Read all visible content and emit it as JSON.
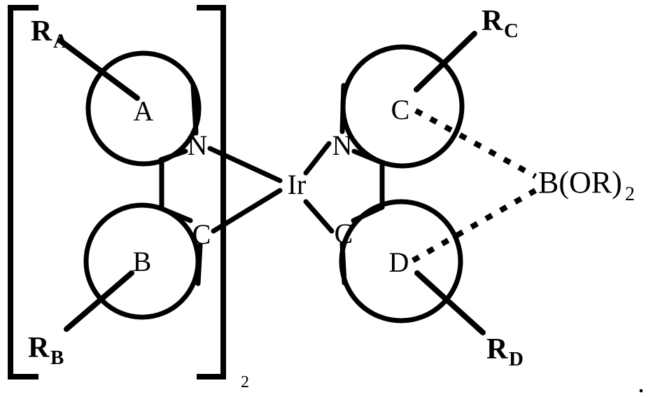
{
  "figure": {
    "kind": "chemical-structure-diagram",
    "description": "Iridium bis-cyclometalated complex with a diboronate-bridged ancillary ligand",
    "ink_color": "#000000",
    "background_color": "#ffffff"
  },
  "bracket": {
    "subscript": "2"
  },
  "metal": {
    "label": "Ir"
  },
  "left_ligand": {
    "ring_a": {
      "label": "A",
      "substituent": "R",
      "substituent_subscript": "A"
    },
    "ring_b": {
      "label": "B",
      "substituent": "R",
      "substituent_subscript": "B"
    },
    "nitrogen": "N",
    "carbon": "C"
  },
  "right_ligand": {
    "ring_c": {
      "label": "C",
      "substituent": "R",
      "substituent_subscript": "C"
    },
    "ring_d": {
      "label": "D",
      "substituent": "R",
      "substituent_subscript": "D"
    },
    "nitrogen": "N",
    "carbon": "C"
  },
  "boron_group": {
    "formula": "B(OR)",
    "subscript": "2"
  },
  "trailing_punctuation": "."
}
